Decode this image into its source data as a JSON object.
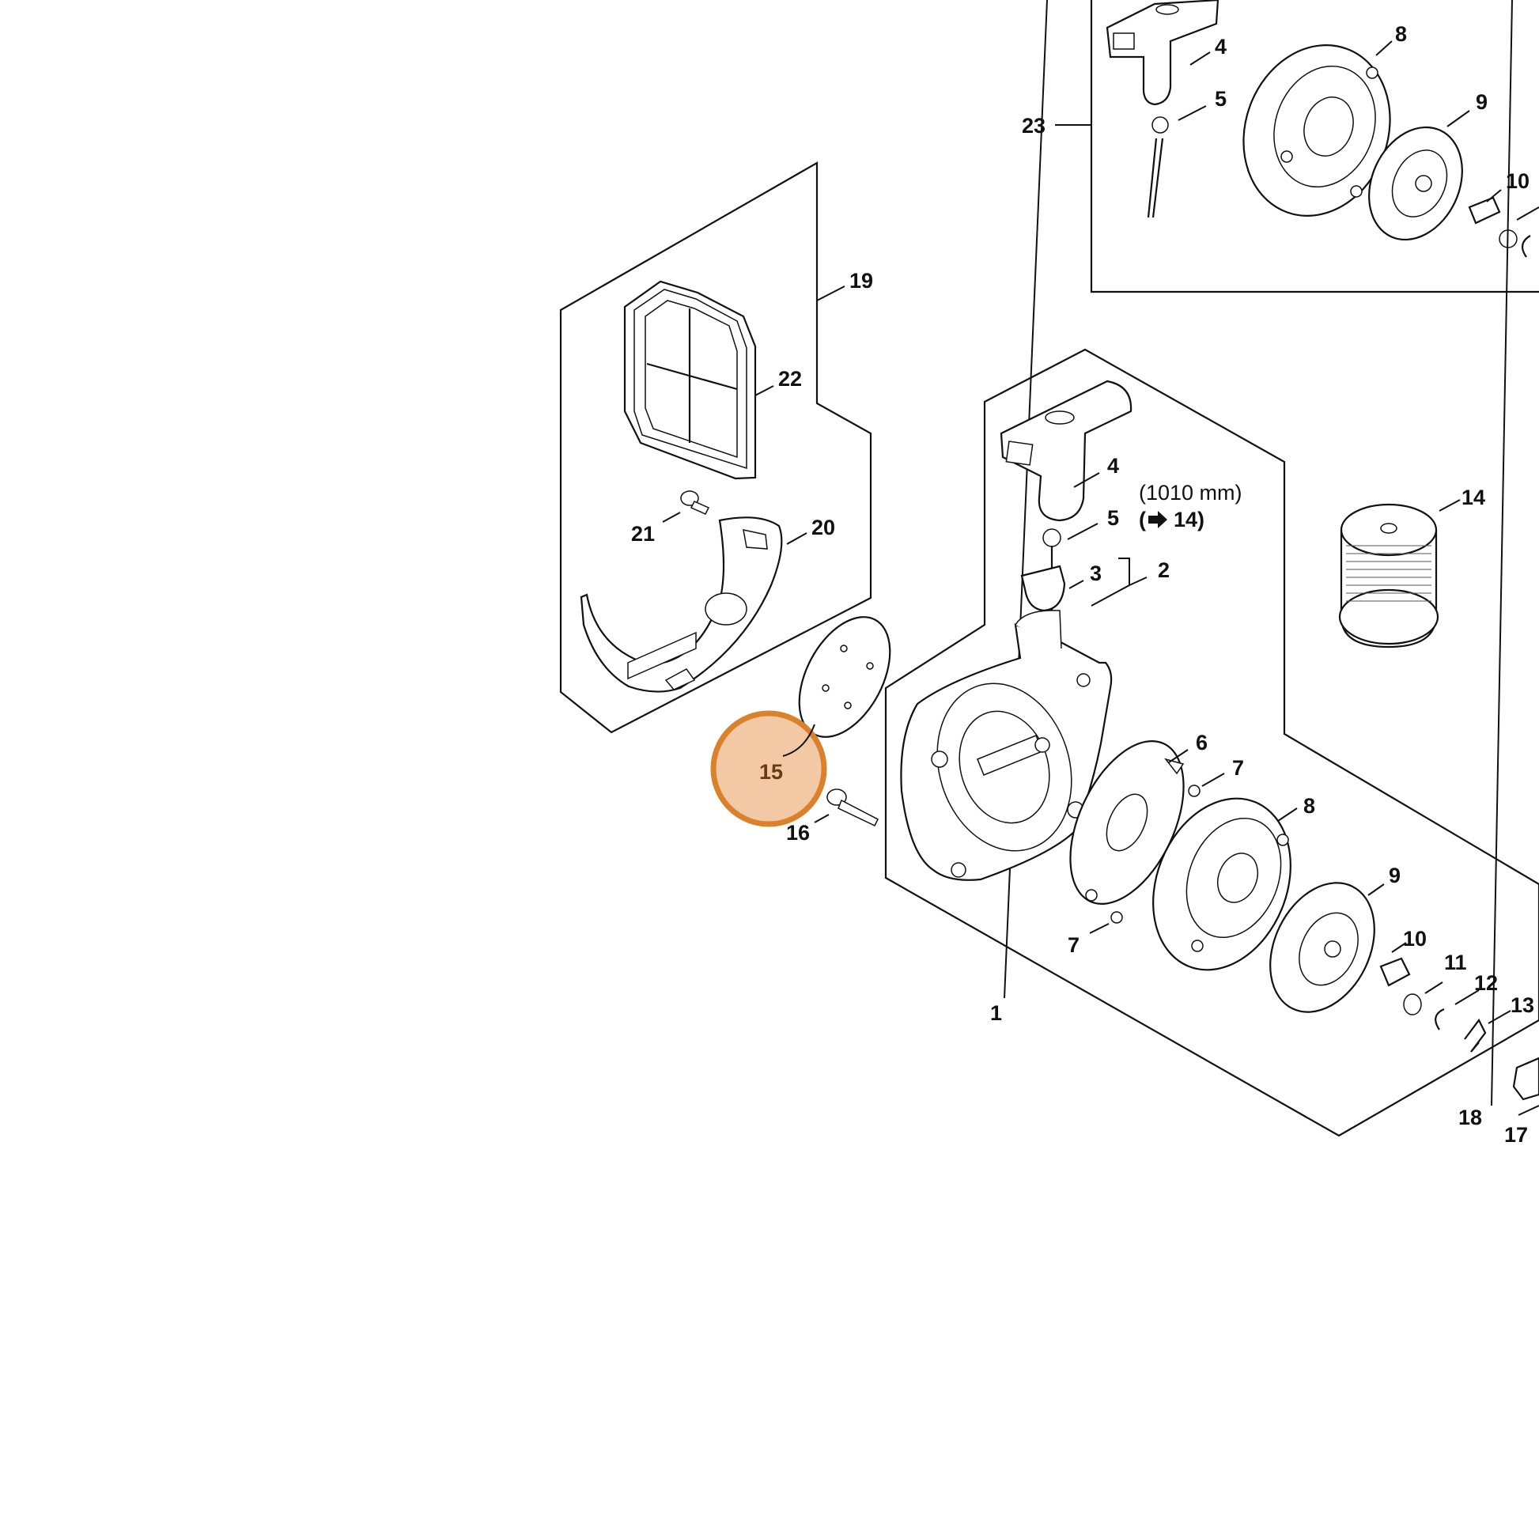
{
  "diagram": {
    "callouts": {
      "c1": "1",
      "c2": "2",
      "c3": "3",
      "c4a": "4",
      "c4b": "4",
      "c5a": "5",
      "c5b": "5",
      "c6": "6",
      "c7a": "7",
      "c7b": "7",
      "c8a": "8",
      "c8b": "8",
      "c9a": "9",
      "c9b": "9",
      "c10a": "10",
      "c10b": "10",
      "c11": "11",
      "c12": "12",
      "c13": "13",
      "c14": "14",
      "c15": "15",
      "c16": "16",
      "c17": "17",
      "c18": "18",
      "c19": "19",
      "c20": "20",
      "c21": "21",
      "c22": "22",
      "c23": "23"
    },
    "rope_length_note": "(1010 mm)",
    "rope_ref_note": "14)",
    "highlighted_callout": "15",
    "colors": {
      "highlight_fill": "#f2c9a4",
      "highlight_ring": "#d9822b",
      "highlight_text": "#6b3a10",
      "line": "#111111"
    },
    "icons": {
      "arrow": "right-arrow-icon"
    }
  }
}
